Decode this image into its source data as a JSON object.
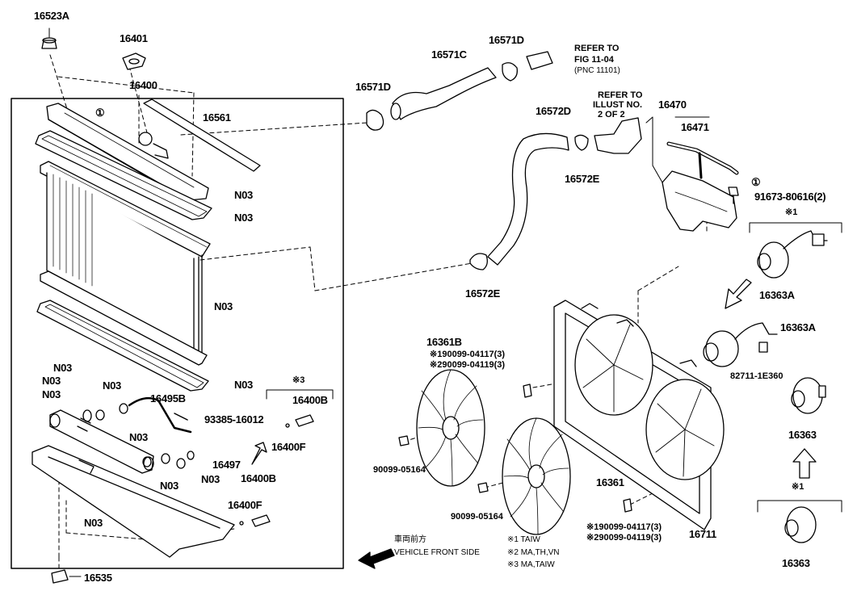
{
  "labels": {
    "p16523A": "16523A",
    "p16401": "16401",
    "p16400": "16400",
    "p16561": "16561",
    "p16571C": "16571C",
    "p16571D_top": "16571D",
    "p16571D_left": "16571D",
    "refer_fig": "REFER TO",
    "refer_fig2": "FIG 11-04",
    "refer_fig3": "(PNC 11101)",
    "p16572D": "16572D",
    "refer_illust": "REFER TO",
    "refer_illust2": "ILLUST NO.",
    "refer_illust3": "2 OF 2",
    "p16470": "16470",
    "p16471": "16471",
    "p16572E_top": "16572E",
    "p16572E_bottom": "16572E",
    "bolt_91673": "91673-80616(2)",
    "n03_a": "N03",
    "n03_b": "N03",
    "n03_c": "N03",
    "n03_d": "N03",
    "n03_e": "N03",
    "n03_f": "N03",
    "n03_g": "N03",
    "n03_h": "N03",
    "n03_i": "N03",
    "n03_j": "N03",
    "n03_k": "N03",
    "n03_l": "N03",
    "star1_top": "※1",
    "p16363A_top": "16363A",
    "p16363A_right": "16363A",
    "p82711": "82711-1E360",
    "p16363_mid": "16363",
    "star1_bottom": "※1",
    "p16363_bottom": "16363",
    "p16361B": "16361B",
    "bolt_190099_a": "※190099-04117(3)",
    "bolt_290099_a": "※290099-04119(3)",
    "bolt_190099_b": "※190099-04117(3)",
    "bolt_290099_b": "※290099-04119(3)",
    "nut_90099_a": "90099-05164",
    "nut_90099_b": "90099-05164",
    "p16361": "16361",
    "p16711": "16711",
    "p16495B": "16495B",
    "p93385": "93385-16012",
    "star3": "※3",
    "p16400B_top": "16400B",
    "p16400F_top": "16400F",
    "p16497": "16497",
    "p16400B_bottom": "16400B",
    "p16400F_bottom": "16400F",
    "p16535": "16535",
    "front_jp": "車両前方",
    "front_en": "VEHICLE FRONT SIDE",
    "legend1": "※1 TAIW",
    "legend2": "※2 MA,TH,VN",
    "legend3": "※3 MA,TAIW",
    "circle1_a": "①",
    "circle1_b": "①"
  },
  "colors": {
    "line": "#000000",
    "background": "#ffffff"
  }
}
